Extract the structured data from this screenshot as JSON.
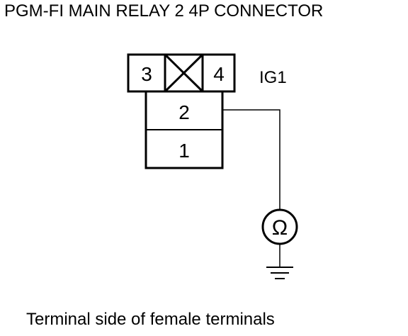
{
  "title": "PGM-FI MAIN RELAY 2 4P CONNECTOR",
  "caption": "Terminal side of female terminals",
  "connector": {
    "terminals": {
      "t1": "1",
      "t2": "2",
      "t3": "3",
      "t4": "4"
    },
    "blank_position_icon": "x-cross-icon"
  },
  "signal_label": "IG1",
  "meter_symbol": "Ω",
  "meter_icon": "ohmmeter-icon",
  "ground_icon": "ground-icon",
  "colors": {
    "line": "#000000",
    "background": "#ffffff"
  }
}
